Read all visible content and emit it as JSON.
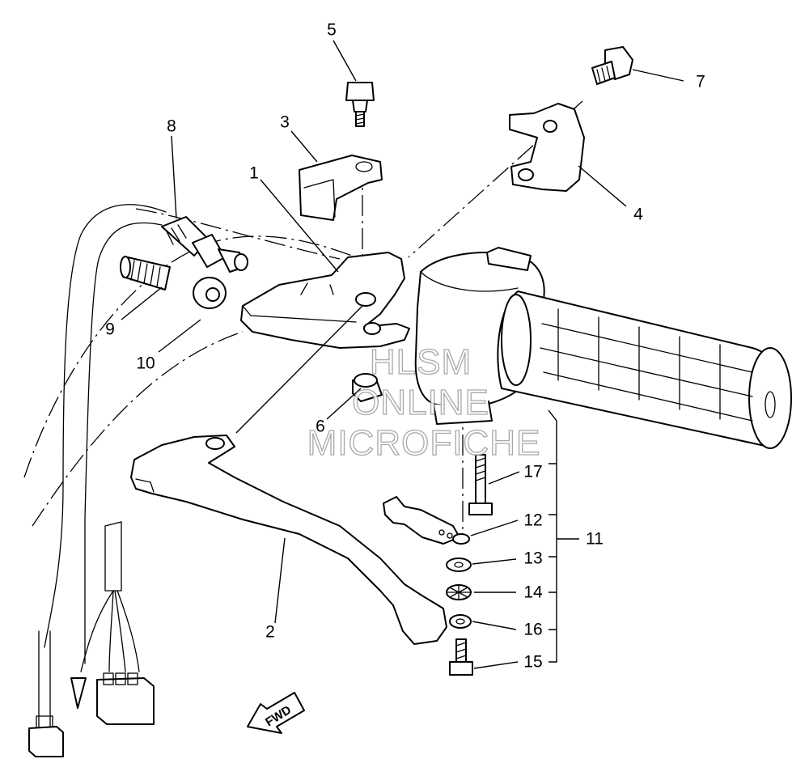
{
  "callouts": [
    {
      "id": "1",
      "text": "1"
    },
    {
      "id": "2",
      "text": "2"
    },
    {
      "id": "3",
      "text": "3"
    },
    {
      "id": "4",
      "text": "4"
    },
    {
      "id": "5",
      "text": "5"
    },
    {
      "id": "6",
      "text": "6"
    },
    {
      "id": "7",
      "text": "7"
    },
    {
      "id": "8",
      "text": "8"
    },
    {
      "id": "9",
      "text": "9"
    },
    {
      "id": "10",
      "text": "10"
    },
    {
      "id": "11",
      "text": "11"
    },
    {
      "id": "12",
      "text": "12"
    },
    {
      "id": "13",
      "text": "13"
    },
    {
      "id": "14",
      "text": "14"
    },
    {
      "id": "15",
      "text": "15"
    },
    {
      "id": "16",
      "text": "16"
    },
    {
      "id": "17",
      "text": "17"
    }
  ],
  "watermark": [
    "HLSM",
    "ONLINE",
    "MICROFICHE"
  ],
  "direction_arrow": "FWD",
  "colors": {
    "line": "#000000",
    "background": "#ffffff",
    "watermark_outline": "#9a9a9a"
  }
}
